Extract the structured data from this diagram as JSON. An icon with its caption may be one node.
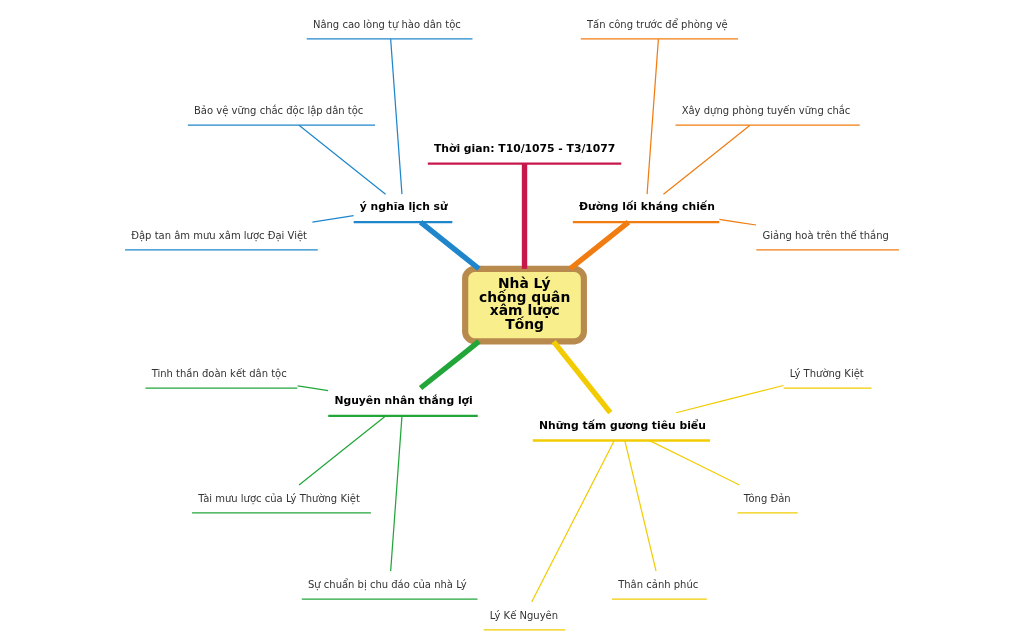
{
  "diagram": {
    "nodes": [
      {
        "text": [
          "Nhà Lý chống quân xâm lược Tống"
        ]
      },
      {
        "text": [
          "ý nghĩa lịch sử"
        ]
      },
      {
        "text": [
          "Nâng cao lòng tự hào dân tộc"
        ]
      },
      {
        "text": [
          "Bảo vệ vững chắc độc lập dân tộc"
        ]
      },
      {
        "text": [
          "Đập tan âm mưu xâm lược Đại Việt"
        ]
      },
      {
        "text": [
          "Thời gian: T10/1075 - T3/1077"
        ]
      },
      {
        "text": [
          "Đường lối kháng chiến"
        ]
      },
      {
        "text": [
          "Tấn công trước để phòng vệ"
        ]
      },
      {
        "text": [
          "Xây dựng phòng tuyến vững chắc"
        ]
      },
      {
        "text": [
          "Giảng hoà trên thế thắng"
        ]
      },
      {
        "text": [
          "Những tấm gương tiêu biểu"
        ]
      },
      {
        "text": [
          "Lý Thường Kiệt"
        ]
      },
      {
        "text": [
          "Tông Đản"
        ]
      },
      {
        "text": [
          "Thân cảnh phúc"
        ]
      },
      {
        "text": [
          "Lý Kế Nguyên"
        ]
      },
      {
        "text": [
          "Nguyên nhân thắng lợi"
        ]
      },
      {
        "text": [
          "Tinh thần đoàn kết dân tộc"
        ]
      },
      {
        "text": [
          "Tài mưu lược của Lý Thường Kiệt"
        ]
      },
      {
        "text": [
          "Sự chuẩn bị chu đáo của nhà Lý"
        ]
      }
    ],
    "edges": [
      {
        "from": 0,
        "to": 1,
        "arrow": "none",
        "style": "thick",
        "color": "#1f86cc"
      },
      {
        "from": 1,
        "to": 2,
        "arrow": "none",
        "color": "#1f86cc"
      },
      {
        "from": 1,
        "to": 3,
        "arrow": "none",
        "color": "#1f86cc"
      },
      {
        "from": 1,
        "to": 4,
        "arrow": "none",
        "color": "#1f86cc"
      },
      {
        "from": 0,
        "to": 5,
        "arrow": "none",
        "style": "thick",
        "color": "#c8174a"
      },
      {
        "from": 0,
        "to": 6,
        "arrow": "none",
        "style": "thick",
        "color": "#f07c12"
      },
      {
        "from": 6,
        "to": 7,
        "arrow": "none",
        "color": "#f07c12"
      },
      {
        "from": 6,
        "to": 8,
        "arrow": "none",
        "color": "#f07c12"
      },
      {
        "from": 6,
        "to": 9,
        "arrow": "none",
        "color": "#f07c12"
      },
      {
        "from": 0,
        "to": 10,
        "arrow": "none",
        "style": "thick",
        "color": "#f2cc00"
      },
      {
        "from": 10,
        "to": 11,
        "arrow": "none",
        "color": "#f2cc00"
      },
      {
        "from": 10,
        "to": 12,
        "arrow": "none",
        "color": "#f2cc00"
      },
      {
        "from": 10,
        "to": 13,
        "arrow": "none",
        "color": "#f2cc00"
      },
      {
        "from": 10,
        "to": 14,
        "arrow": "none",
        "color": "#f2cc00"
      },
      {
        "from": 0,
        "to": 15,
        "arrow": "none",
        "style": "thick",
        "color": "#22a63a"
      },
      {
        "from": 15,
        "to": 16,
        "arrow": "none",
        "color": "#22a63a"
      },
      {
        "from": 15,
        "to": 17,
        "arrow": "none",
        "color": "#22a63a"
      },
      {
        "from": 15,
        "to": 18,
        "arrow": "none",
        "color": "#22a63a"
      }
    ]
  }
}
